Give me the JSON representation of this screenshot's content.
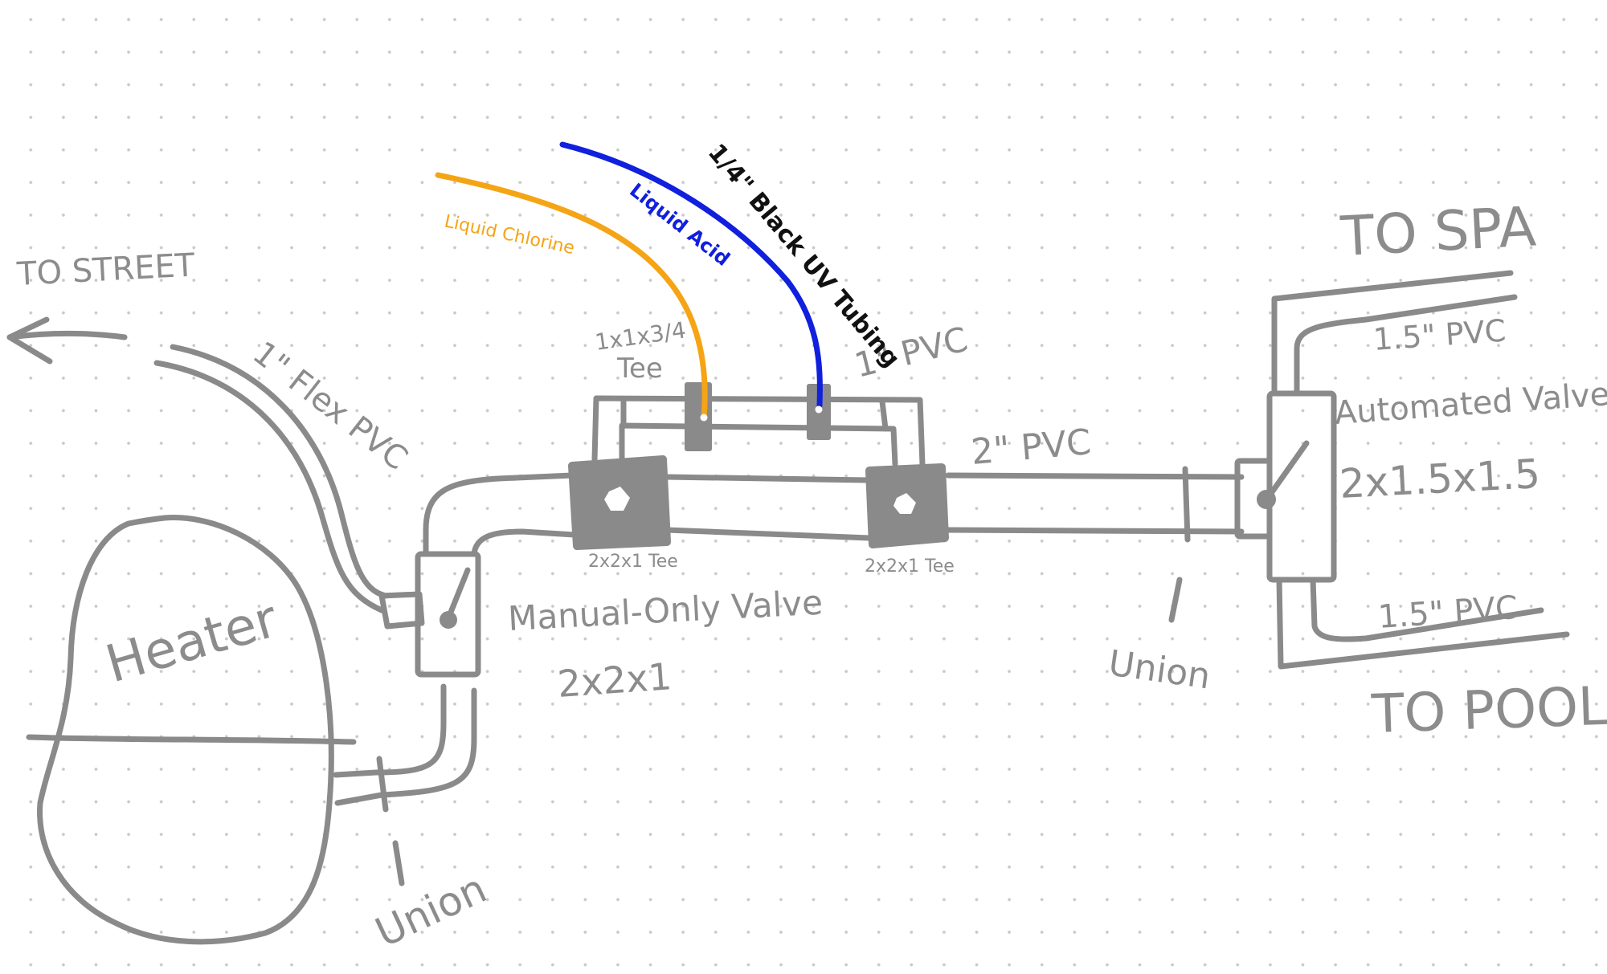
{
  "colors": {
    "pipe": "#8a8a8a",
    "fitting": "#8a8a8a",
    "chlorine_tube": "#f5a415",
    "acid_tube": "#1020dd",
    "label_gray": "#8c8c8c",
    "label_black": "#111111",
    "background": "#ffffff",
    "grid_dots": "#c9c9c9"
  },
  "labels": {
    "to_street": "TO STREET",
    "flex_pvc": "1\" Flex PVC",
    "heater": "Heater",
    "union_left": "Union",
    "manual_valve": "Manual-Only Valve",
    "manual_valve_size": "2x2x1",
    "liquid_chlorine": "Liquid Chlorine",
    "liquid_acid": "Liquid Acid",
    "tubing": "1/4\" Black UV Tubing",
    "small_tee": "1x1x3/4",
    "small_tee_word": "Tee",
    "one_inch_pvc": "1\" PVC",
    "tee_left": "2x2x1 Tee",
    "tee_right": "2x2x1 Tee",
    "two_inch_pvc": "2\" PVC",
    "union_right": "Union",
    "to_spa": "TO SPA",
    "spa_pvc": "1.5\" PVC",
    "automated_valve": "Automated Valve",
    "automated_valve_size": "2x1.5x1.5",
    "pool_pvc": "1.5\" PVC",
    "to_pool": "TO POOL"
  },
  "icons": [
    "arrow-left-icon",
    "valve-handle-icon",
    "tee-fitting-icon",
    "union-fitting-icon"
  ]
}
